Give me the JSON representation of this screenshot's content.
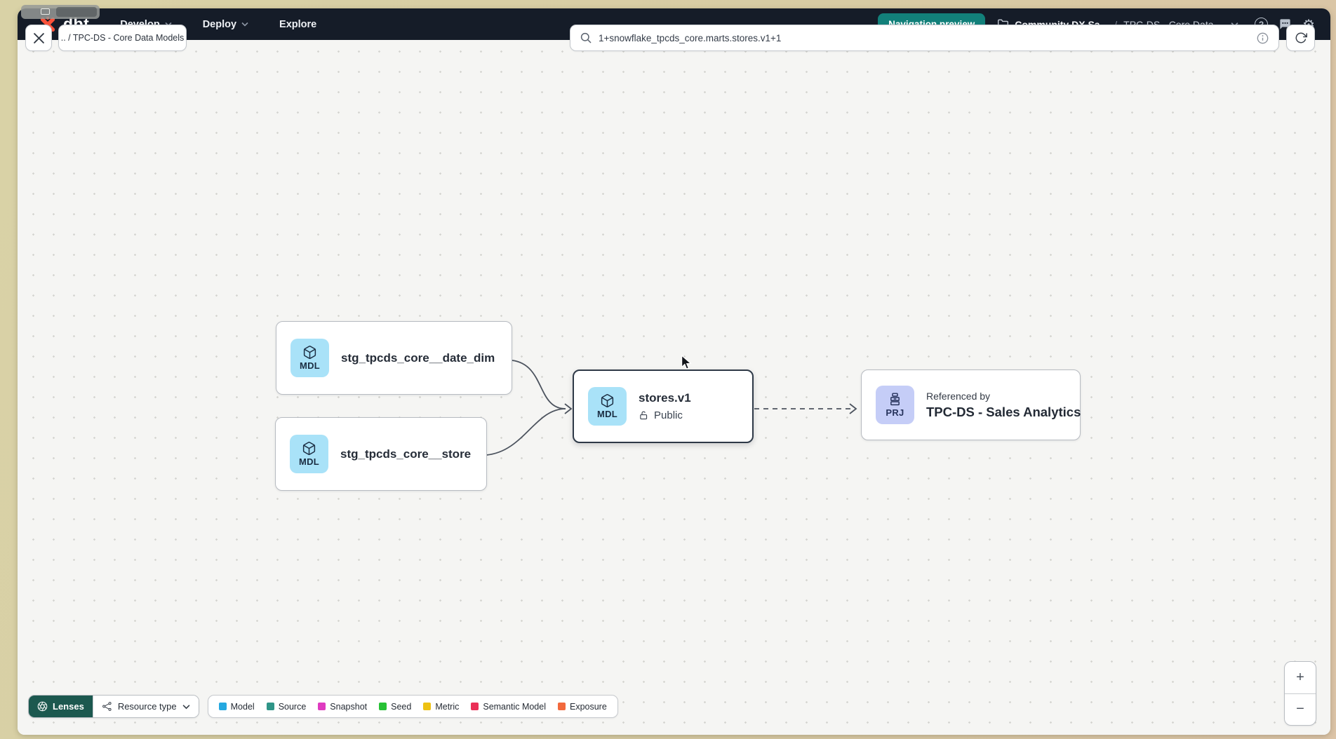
{
  "navbar": {
    "logo_text": "dbt",
    "items": [
      {
        "label": "Develop"
      },
      {
        "label": "Deploy"
      },
      {
        "label": "Explore"
      }
    ],
    "preview_button_label": "Navigation preview",
    "breadcrumb": {
      "account": "Community DX Sa...",
      "separator": "/",
      "project": "TPC-DS - Core Data ..."
    },
    "help_glyph": "?",
    "gear_glyph": "⚙"
  },
  "toolbar": {
    "back_chip_label": ".. / TPC-DS - Core Data Models",
    "search_value": "1+snowflake_tpcds_core.marts.stores.v1+1"
  },
  "graph": {
    "nodes": {
      "date_dim": {
        "badge": "MDL",
        "label": "stg_tpcds_core__date_dim"
      },
      "store": {
        "badge": "MDL",
        "label": "stg_tpcds_core__store"
      },
      "stores_v1": {
        "badge": "MDL",
        "label": "stores.v1",
        "access": "Public"
      },
      "referenced_project": {
        "badge": "PRJ",
        "kicker": "Referenced by",
        "label": "TPC-DS - Sales Analytics"
      }
    }
  },
  "footer": {
    "lenses_label": "Lenses",
    "resource_type_label": "Resource type",
    "legend": [
      {
        "label": "Model",
        "color": "#25a8e0"
      },
      {
        "label": "Source",
        "color": "#2f9588"
      },
      {
        "label": "Snapshot",
        "color": "#df3bc0"
      },
      {
        "label": "Seed",
        "color": "#27c135"
      },
      {
        "label": "Metric",
        "color": "#edc113"
      },
      {
        "label": "Semantic Model",
        "color": "#ea2f57"
      },
      {
        "label": "Exposure",
        "color": "#f2693d"
      }
    ]
  },
  "zoom_controls": {
    "zoom_in": "+",
    "zoom_out": "−"
  },
  "colors": {
    "brand_orange": "#f9523a",
    "teal_accent": "#12807a",
    "lenses_teal": "#1c584f",
    "model_badge_bg": "#a9e2f8",
    "project_badge_bg": "#c5cdf7",
    "navbar_bg": "#151c28",
    "canvas_bg": "#f5f5f3"
  }
}
